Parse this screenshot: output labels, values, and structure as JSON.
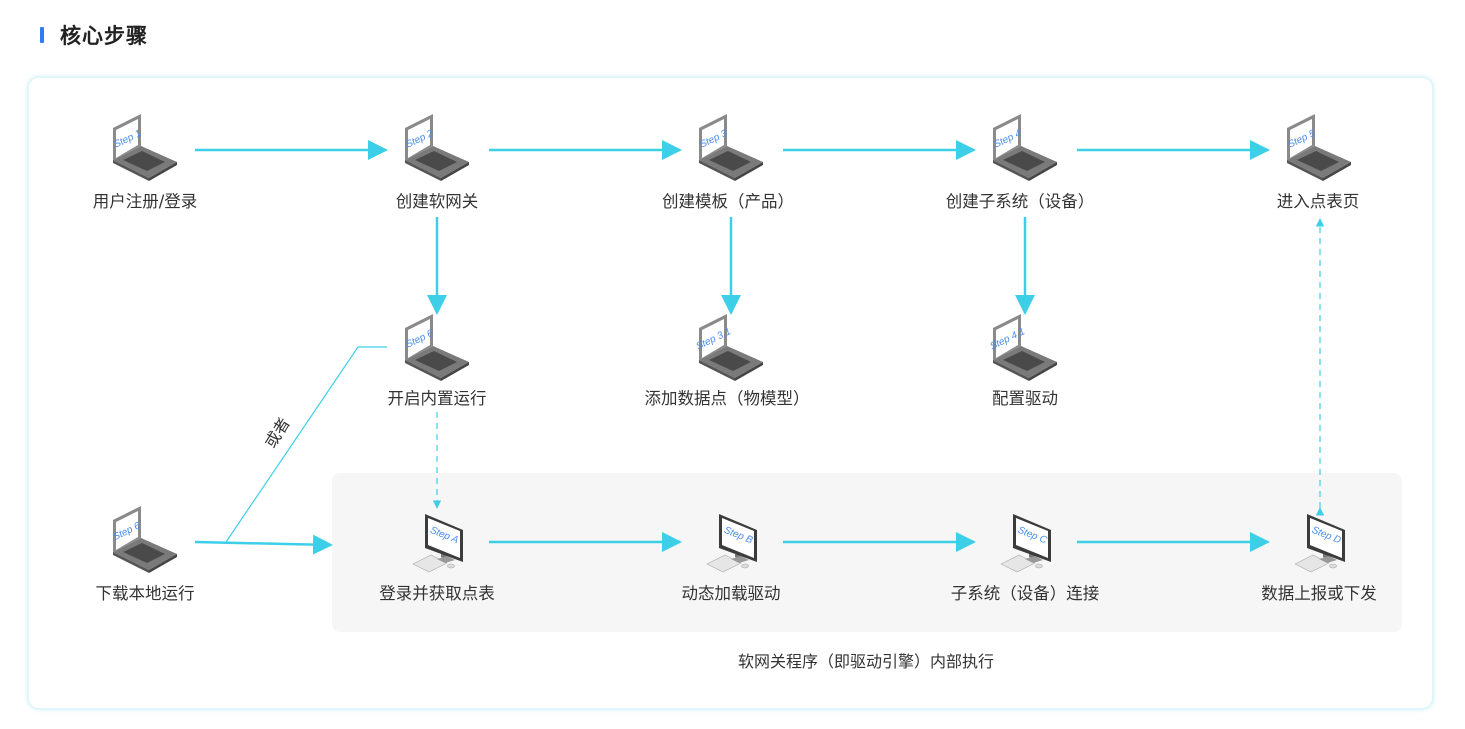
{
  "title": "核心步骤",
  "or_label": "或者",
  "caption": "软网关程序（即驱动引擎）内部执行",
  "colors": {
    "accent": "#2f7cf6",
    "arrow": "#3dcfe8",
    "device_text": "#4a8cf0"
  },
  "nodes": [
    {
      "id": "step1",
      "tag": "Step 1",
      "label": "用户注册/登录",
      "device": "laptop"
    },
    {
      "id": "step2",
      "tag": "Step 2",
      "label": "创建软网关",
      "device": "laptop"
    },
    {
      "id": "step3",
      "tag": "Step 3",
      "label": "创建模板（产品）",
      "device": "laptop"
    },
    {
      "id": "step4",
      "tag": "Step 4",
      "label": "创建子系统（设备）",
      "device": "laptop"
    },
    {
      "id": "step5",
      "tag": "Step 5",
      "label": "进入点表页",
      "device": "laptop"
    },
    {
      "id": "step6",
      "tag": "Step 6",
      "label": "开启内置运行",
      "device": "laptop"
    },
    {
      "id": "step31",
      "tag": "Step 3.1",
      "label": "添加数据点（物模型）",
      "device": "laptop"
    },
    {
      "id": "step41",
      "tag": "Step 4.1",
      "label": "配置驱动",
      "device": "laptop"
    },
    {
      "id": "step6b",
      "tag": "Step 6'",
      "label": "下载本地运行",
      "device": "laptop"
    },
    {
      "id": "stepA",
      "tag": "Step A",
      "label": "登录并获取点表",
      "device": "desktop"
    },
    {
      "id": "stepB",
      "tag": "Step B",
      "label": "动态加载驱动",
      "device": "desktop"
    },
    {
      "id": "stepC",
      "tag": "Step C",
      "label": "子系统（设备）连接",
      "device": "desktop"
    },
    {
      "id": "stepD",
      "tag": "Step D",
      "label": "数据上报或下发",
      "device": "desktop"
    }
  ]
}
